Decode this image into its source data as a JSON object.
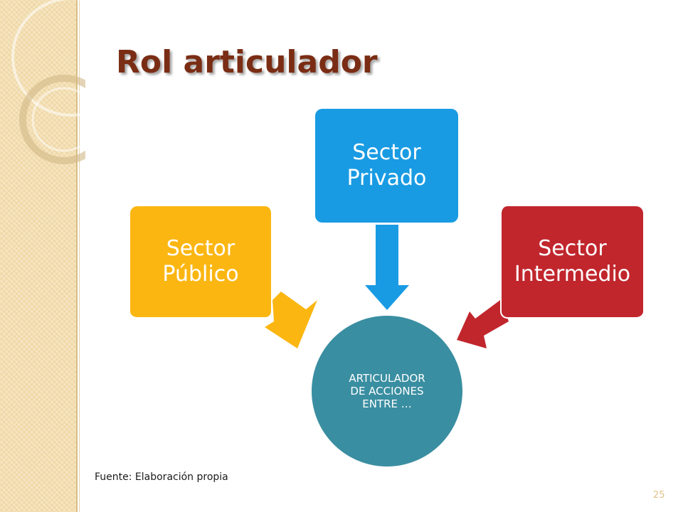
{
  "slide": {
    "title": "Rol articulador",
    "source_note": "Fuente: Elaboración propia",
    "page_number": "25"
  },
  "diagram": {
    "center": {
      "label": "ARTICULADOR\nDE ACCIONES\nENTRE …",
      "color": "#3a8ea1"
    },
    "nodes": [
      {
        "label": "Sector\nPúblico",
        "color": "#fbb612"
      },
      {
        "label": "Sector\nPrivado",
        "color": "#199be3"
      },
      {
        "label": "Sector\nIntermedio",
        "color": "#c1262d"
      }
    ]
  },
  "theme": {
    "title_color": "#7a2d14",
    "sidebar_color": "#f3deb0"
  }
}
